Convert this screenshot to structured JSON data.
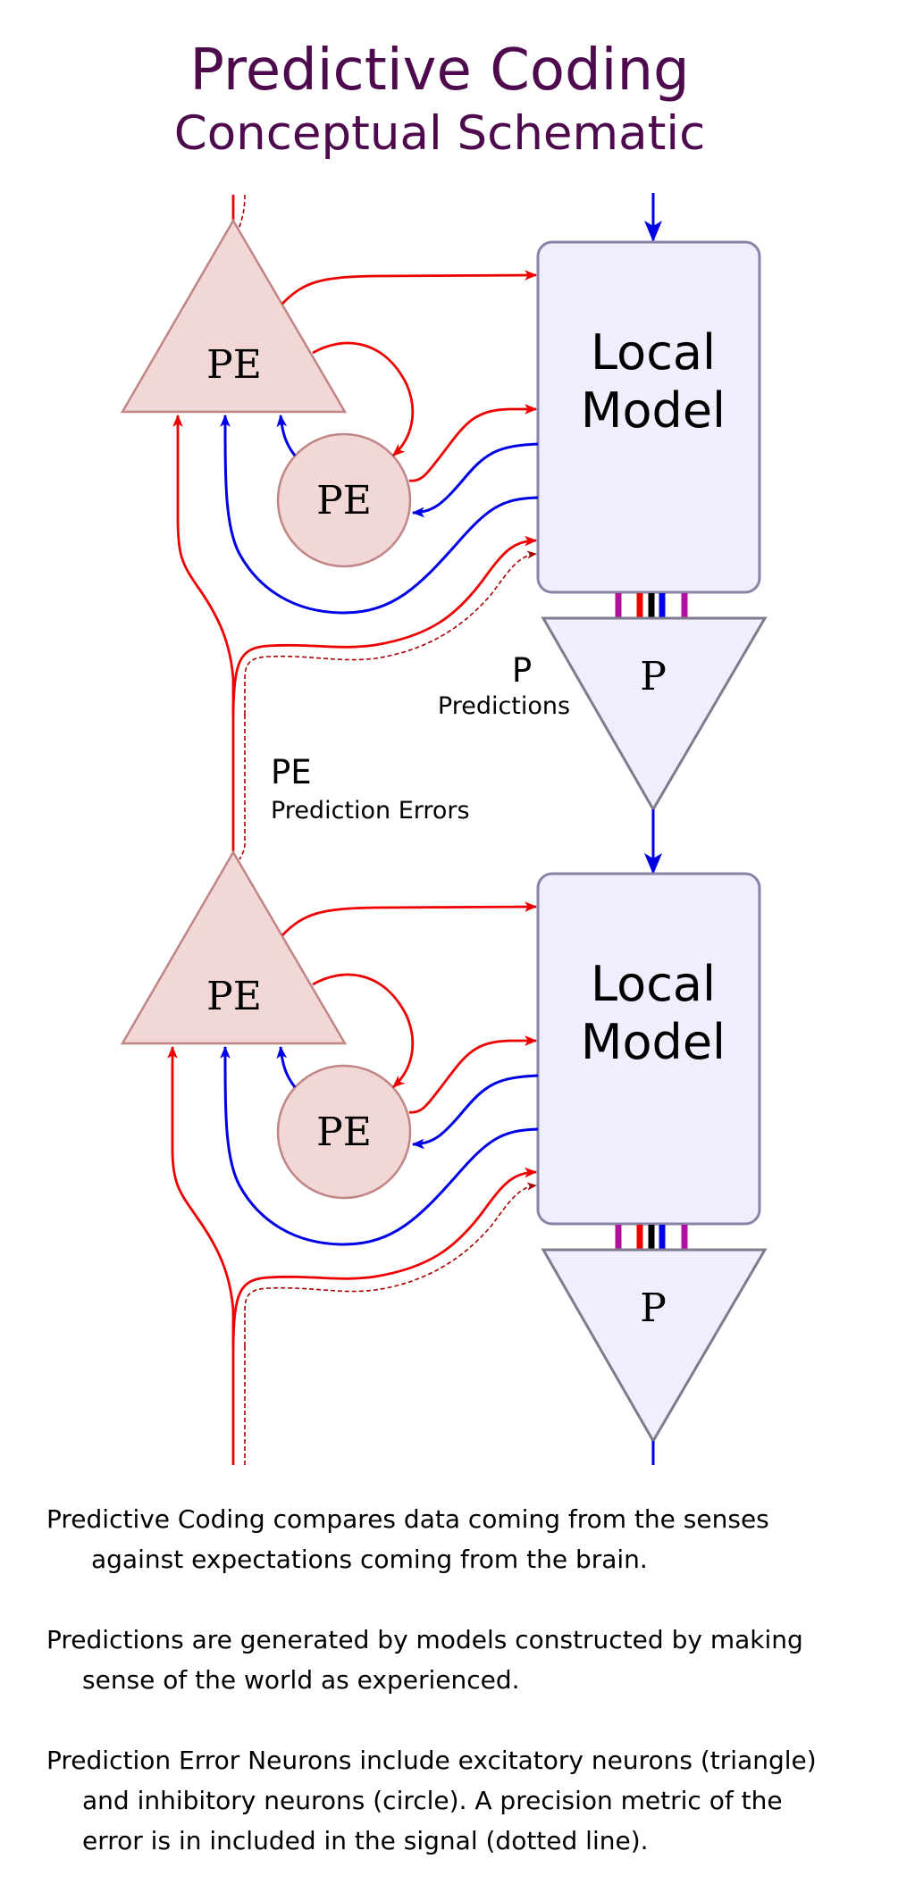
{
  "title": {
    "line1": "Predictive Coding",
    "line2": "Conceptual Schematic"
  },
  "colors": {
    "title": "#4d0a4d",
    "excitatory_signal": "#ee0000",
    "inhibitory_signal": "#0000e6",
    "precision_signal": "#a80000",
    "pe_fill": "#f2d7d7",
    "model_fill": "#eeeefc",
    "bar_magenta": "#b30f9f",
    "bar_black": "#000000"
  },
  "levels": [
    {
      "pe_triangle_label": "PE",
      "pe_circle_label": "PE",
      "model_label_line1": "Local",
      "model_label_line2": "Model",
      "prediction_label": "P"
    },
    {
      "pe_triangle_label": "PE",
      "pe_circle_label": "PE",
      "model_label_line1": "Local",
      "model_label_line2": "Model",
      "prediction_label": "P"
    }
  ],
  "legend": {
    "predictions_symbol": "P",
    "predictions_text": "Predictions",
    "errors_symbol": "PE",
    "errors_text": "Prediction Errors"
  },
  "description": [
    {
      "lines": [
        "Predictive Coding compares data coming from the senses",
        "against expectations coming from the brain."
      ]
    },
    {
      "lines": [
        "Predictions are generated by models constructed by making",
        "sense of the world as experienced."
      ]
    },
    {
      "lines": [
        "Prediction Error Neurons include excitatory neurons (triangle)",
        "and inhibitory neurons (circle). A precision metric of the",
        "error is in included in the signal (dotted line)."
      ]
    }
  ]
}
